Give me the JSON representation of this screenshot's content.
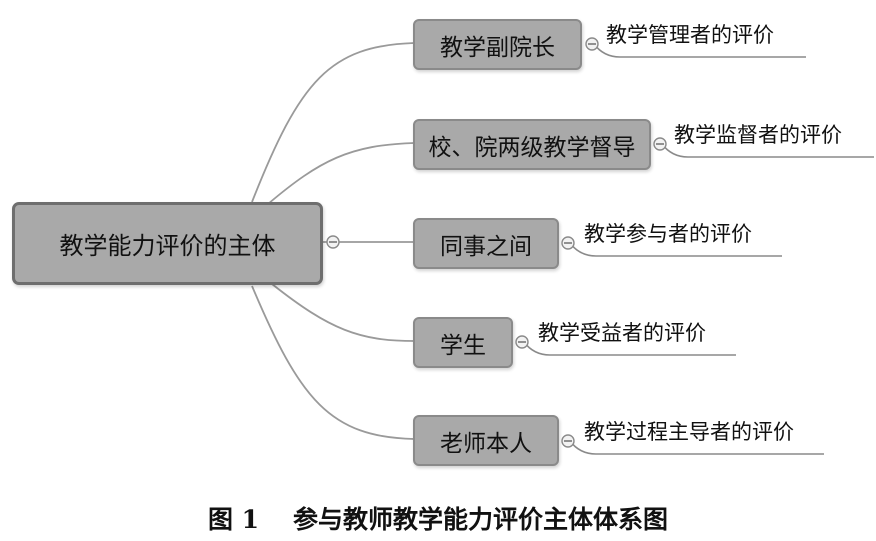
{
  "root": {
    "label": "教学能力评价的主体"
  },
  "branches": [
    {
      "label": "教学副院长",
      "role": "教学管理者的评价"
    },
    {
      "label": "校、院两级教学督导",
      "role": "教学监督者的评价"
    },
    {
      "label": "同事之间",
      "role": "教学参与者的评价"
    },
    {
      "label": "学生",
      "role": "教学受益者的评价"
    },
    {
      "label": "老师本人",
      "role": "教学过程主导者的评价"
    }
  ],
  "caption": {
    "number": "图 1",
    "text": "参与教师教学能力评价主体体系图"
  },
  "colors": {
    "node_fill": "#a9a9a9",
    "node_border": "#8a8a8a",
    "connector": "#9a9a9a",
    "underline": "#8a8a8a"
  }
}
